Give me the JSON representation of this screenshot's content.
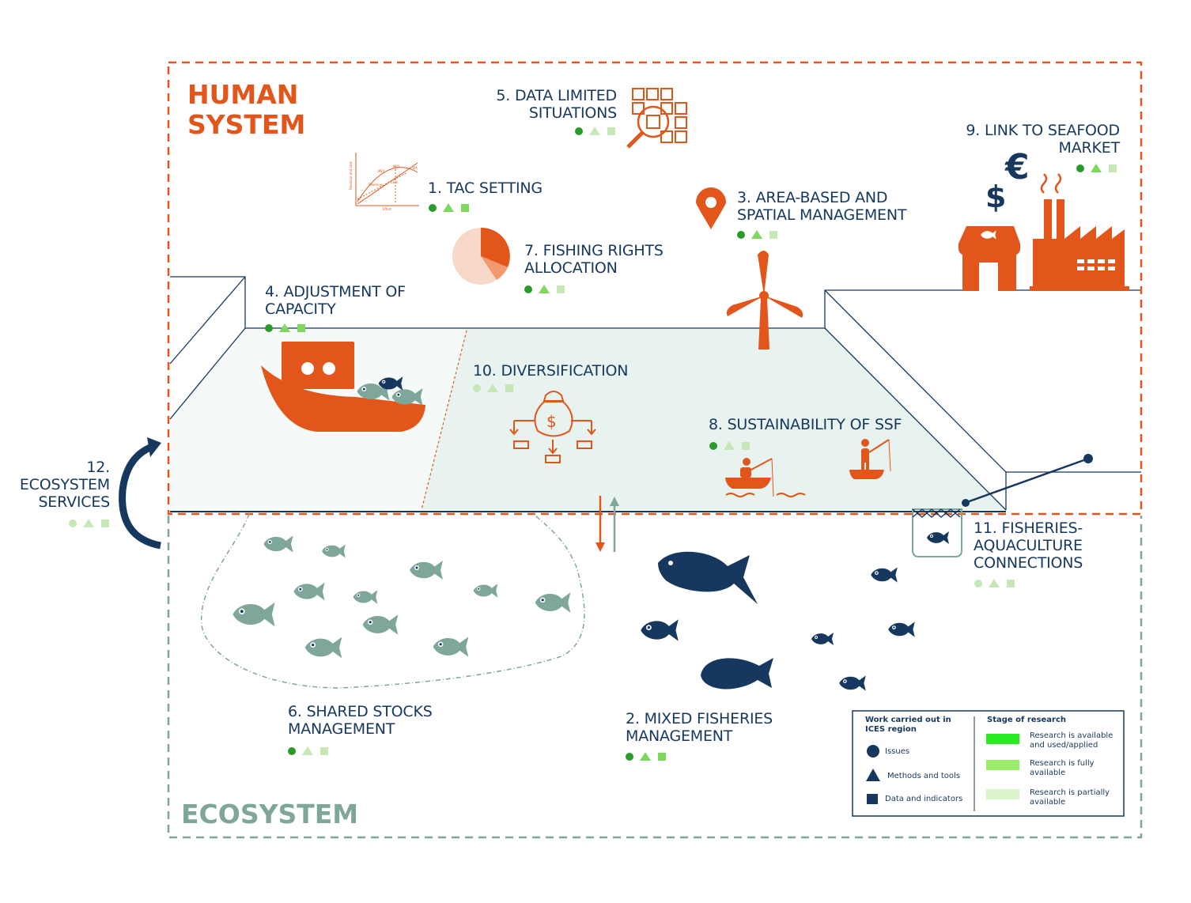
{
  "titles": {
    "human": "HUMAN\nSYSTEM",
    "ecosystem": "ECOSYSTEM"
  },
  "colors": {
    "human": "#e2561b",
    "ecosystem": "#7ea69a",
    "navy": "#16375e",
    "fully_available": "#9aec6b",
    "available_applied": "#2aeb23",
    "partially_available": "#dcf5cf",
    "dot_dark": "#2b9a2b",
    "dot_mid": "#7dd85c",
    "dot_light": "#c6e8b6"
  },
  "items": [
    {
      "id": 1,
      "label": "1. TAC SETTING",
      "markers": [
        "dark",
        "mid",
        "mid"
      ]
    },
    {
      "id": 2,
      "label": "2. MIXED FISHERIES\nMANAGEMENT",
      "markers": [
        "dark",
        "mid",
        "mid"
      ]
    },
    {
      "id": 3,
      "label": "3. AREA-BASED AND\nSPATIAL MANAGEMENT",
      "markers": [
        "dark",
        "mid",
        "light"
      ]
    },
    {
      "id": 4,
      "label": "4. ADJUSTMENT OF\nCAPACITY",
      "markers": [
        "dark",
        "mid",
        "mid"
      ]
    },
    {
      "id": 5,
      "label": "5. DATA LIMITED\nSITUATIONS",
      "markers": [
        "dark",
        "light",
        "light"
      ]
    },
    {
      "id": 6,
      "label": "6. SHARED STOCKS\nMANAGEMENT",
      "markers": [
        "dark",
        "light",
        "light"
      ]
    },
    {
      "id": 7,
      "label": "7. FISHING RIGHTS\nALLOCATION",
      "markers": [
        "dark",
        "mid",
        "light"
      ]
    },
    {
      "id": 8,
      "label": "8. SUSTAINABILITY OF SSF",
      "markers": [
        "dark",
        "light",
        "light"
      ]
    },
    {
      "id": 9,
      "label": "9. LINK TO SEAFOOD\nMARKET",
      "markers": [
        "dark",
        "mid",
        "light"
      ]
    },
    {
      "id": 10,
      "label": "10. DIVERSIFICATION",
      "markers": [
        "light",
        "light",
        "light"
      ]
    },
    {
      "id": 11,
      "label": "11. FISHERIES-\nAQUACULTURE\nCONNECTIONS",
      "markers": [
        "light",
        "light",
        "light"
      ]
    },
    {
      "id": 12,
      "label": "12.\nECOSYSTEM\nSERVICES",
      "markers": [
        "light",
        "light",
        "light"
      ]
    }
  ],
  "tac_chart": {
    "ylabel": "Revenue and cost",
    "xlabel": "Effort",
    "labels": [
      "MEY",
      "MSY",
      "OA",
      "Revenue",
      "Cost"
    ]
  },
  "currency": {
    "euro": "€",
    "dollar": "$"
  },
  "legend": {
    "left_title": "Work carried out in\nICES region",
    "shapes": [
      {
        "shape": "circle",
        "label": "Issues"
      },
      {
        "shape": "triangle",
        "label": "Methods and tools"
      },
      {
        "shape": "square",
        "label": "Data and indicators"
      }
    ],
    "right_title": "Stage of research",
    "stages": [
      {
        "label": "Research is available\nand used/applied",
        "color": "#2aeb23"
      },
      {
        "label": "Research is fully\navailable",
        "color": "#9aec6b"
      },
      {
        "label": "Research is partially\navailable",
        "color": "#dcf5cf"
      }
    ]
  }
}
